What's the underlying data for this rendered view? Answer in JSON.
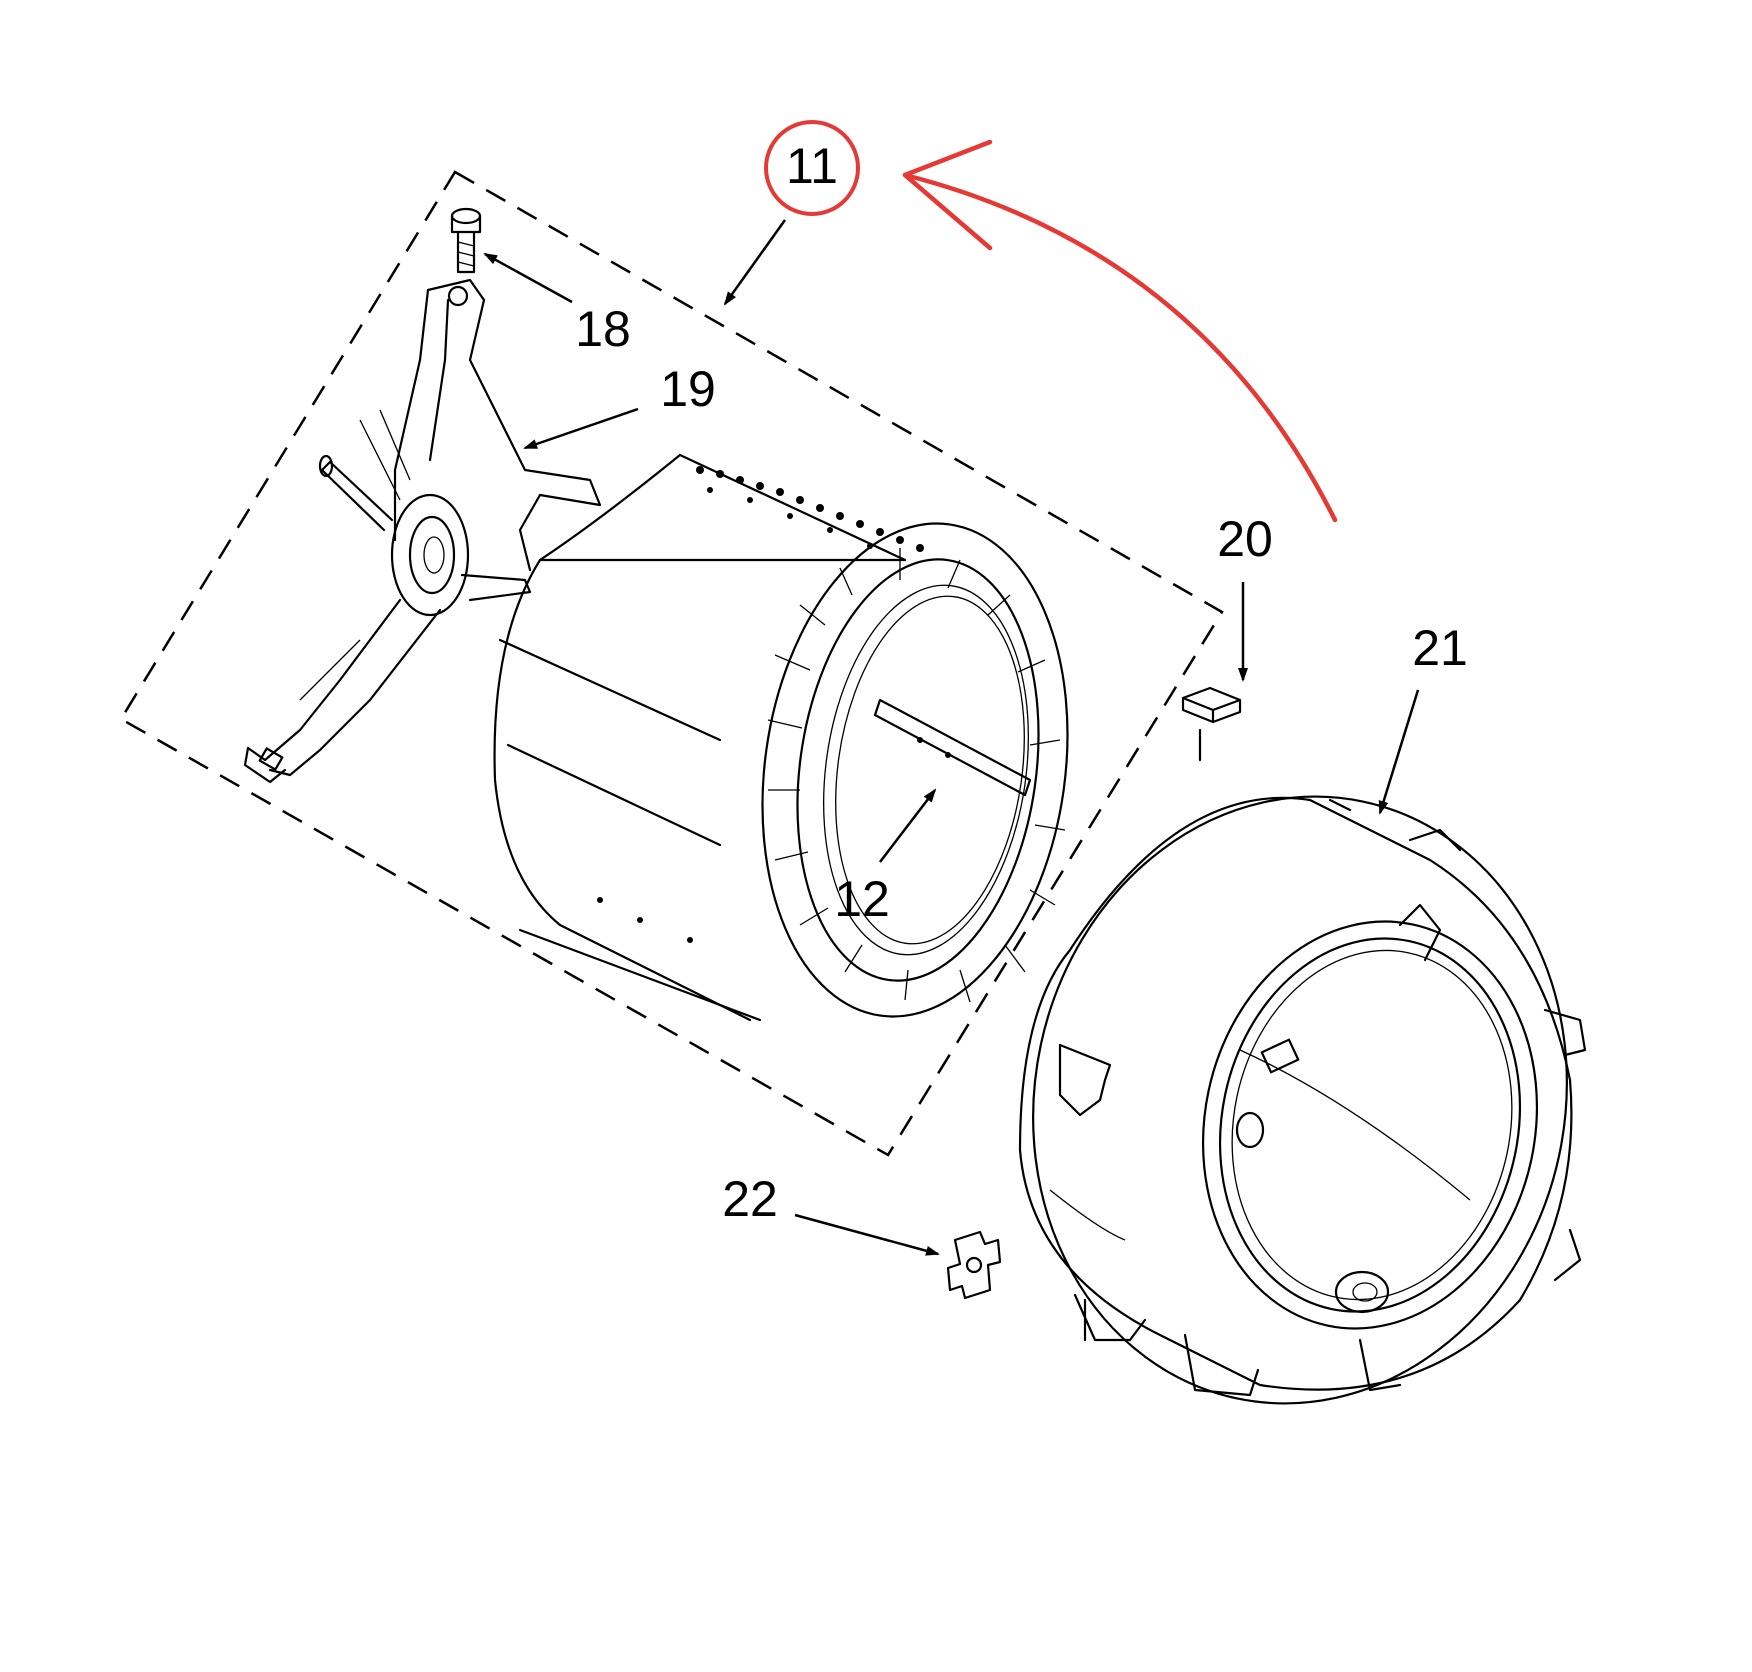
{
  "parts": {
    "p11": "11",
    "p12": "12",
    "p18": "18",
    "p19": "19",
    "p20": "20",
    "p21": "21",
    "p22": "22"
  },
  "colors": {
    "annotation": "#e53935",
    "line": "#000000",
    "background": "#ffffff"
  }
}
